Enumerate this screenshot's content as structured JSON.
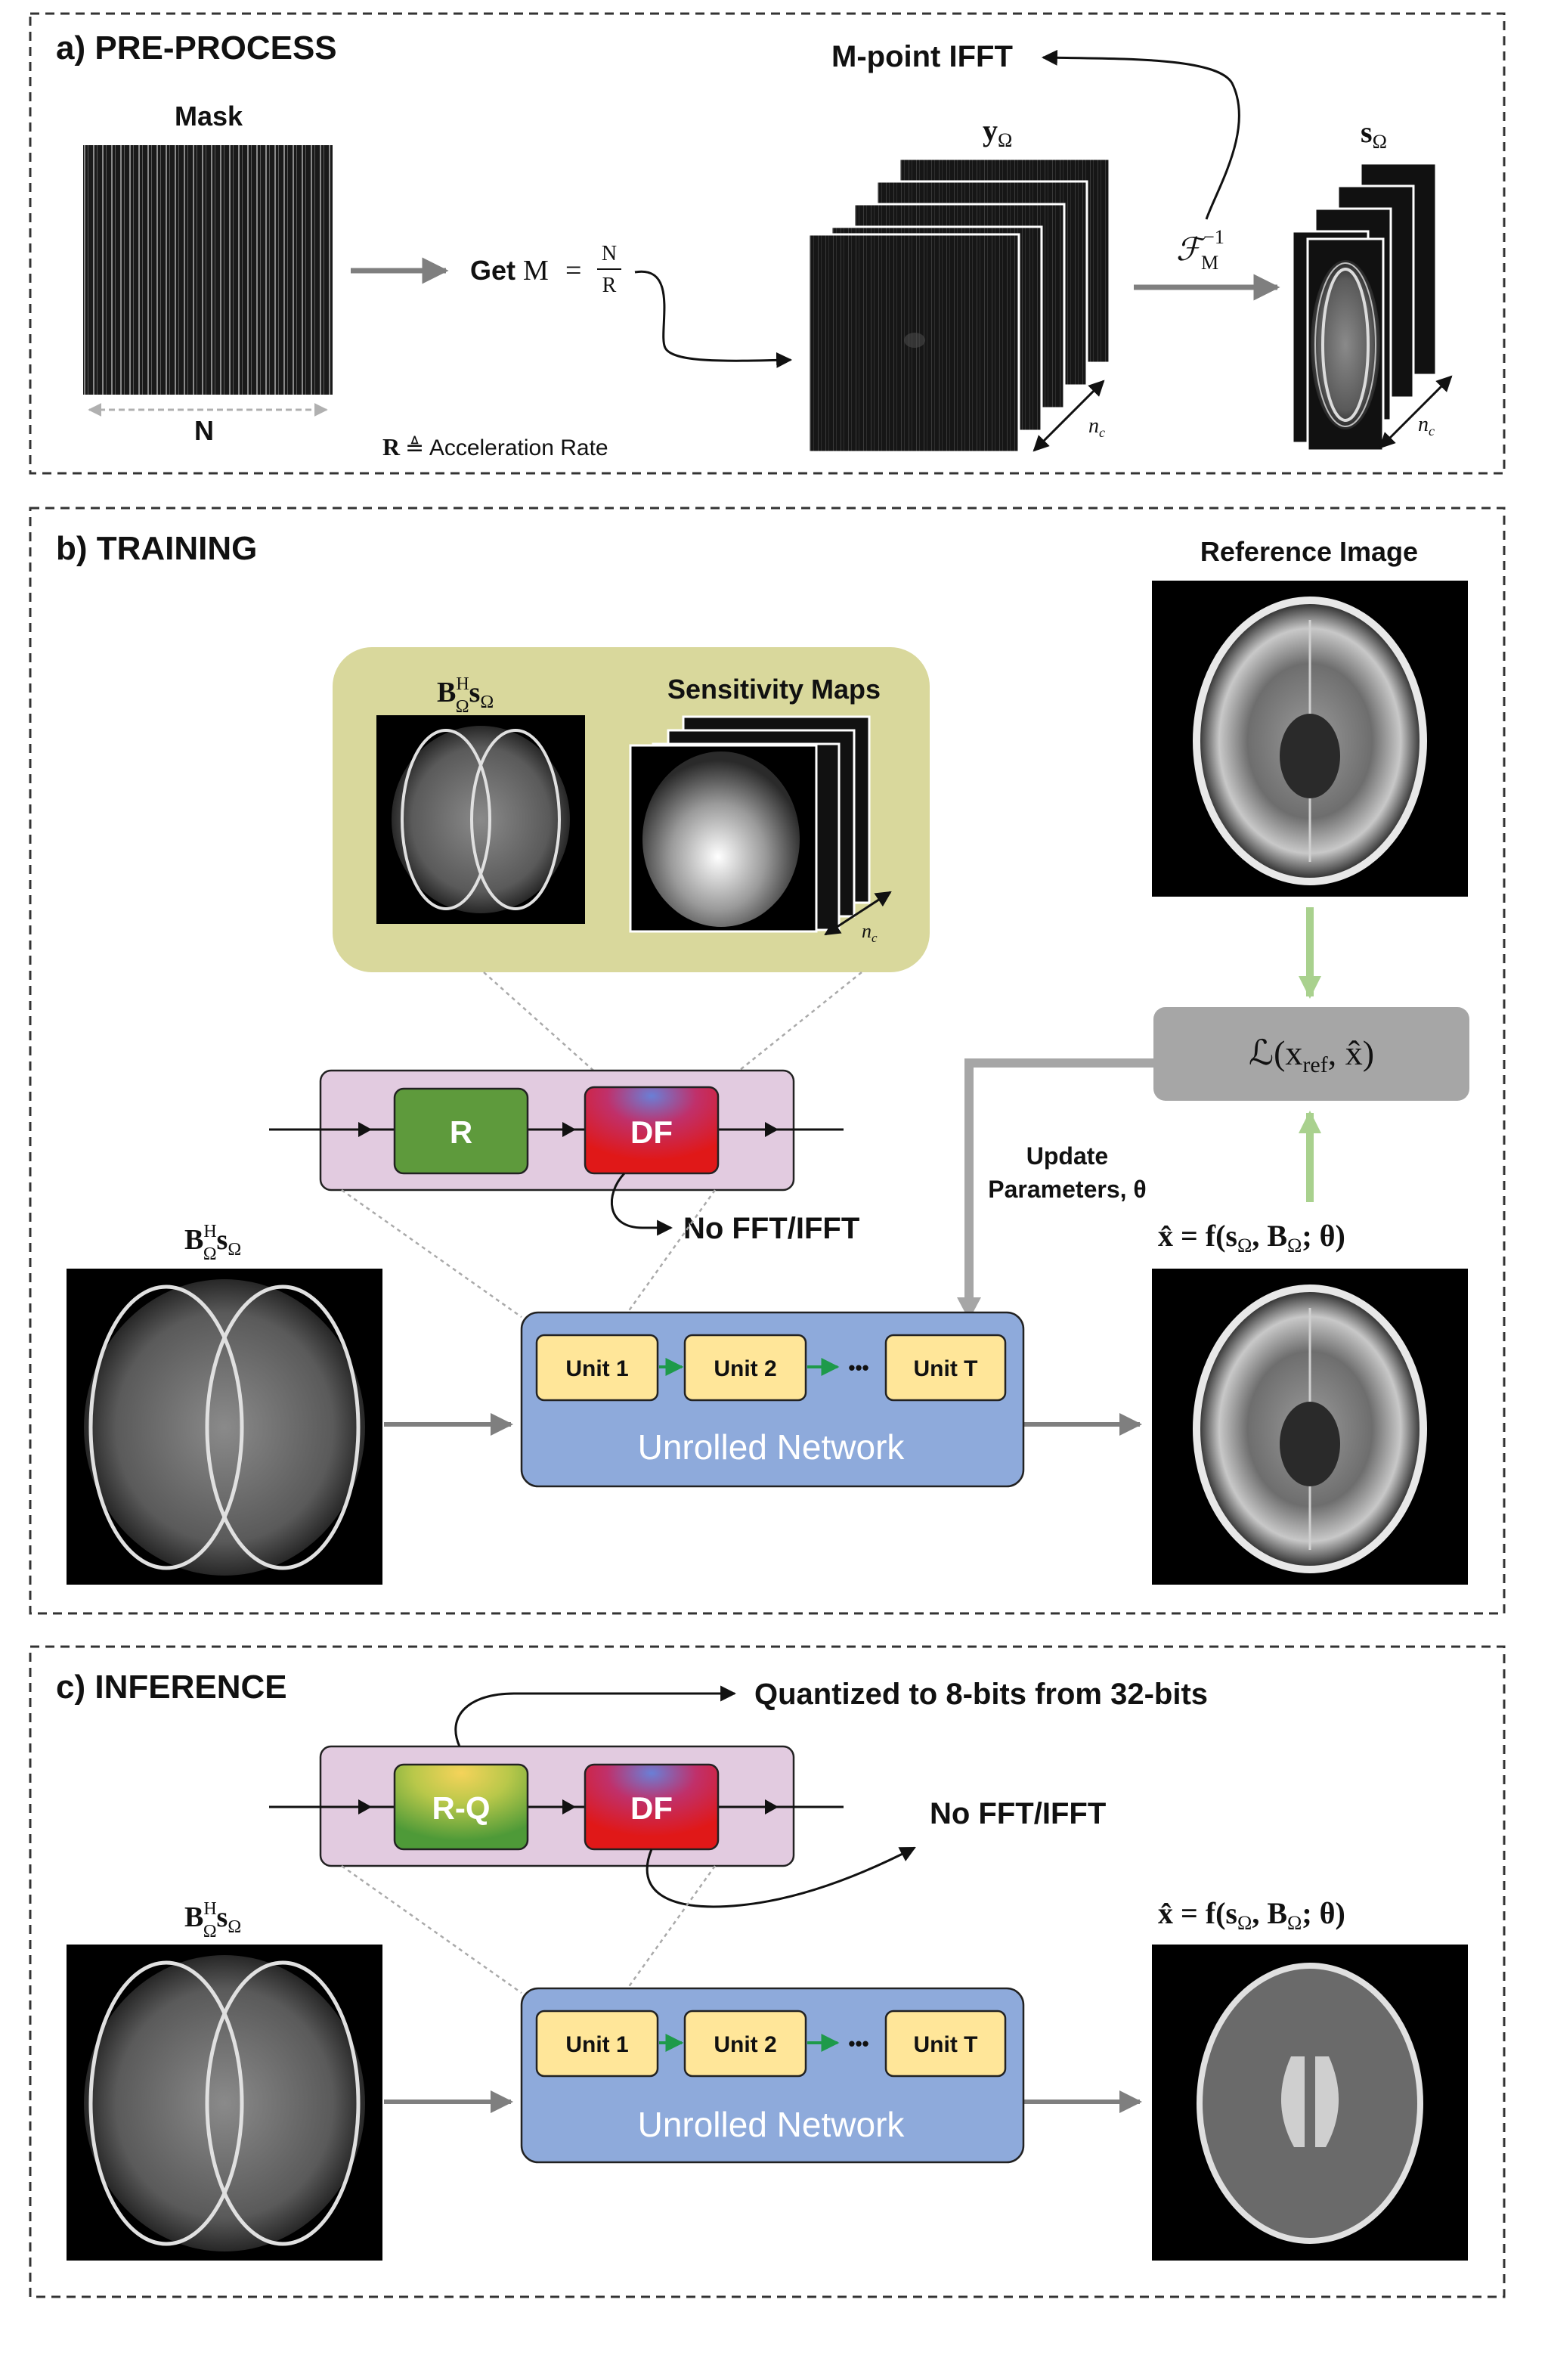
{
  "sections": {
    "preprocess": {
      "title": "a) PRE-PROCESS",
      "mask_label": "Mask",
      "n_label": "N",
      "get_text": "Get",
      "m_var": "M",
      "eq": "=",
      "n_num": "N",
      "r_den": "R",
      "accel_r": "R",
      "accel_def": "≜ Acceleration Rate",
      "ifft_label": "M-point IFFT",
      "y_label": "y",
      "s_label": "s",
      "omega": "Ω",
      "finv_f": "ℱ",
      "finv_sub": "M",
      "finv_sup": "−1",
      "nc_base": "n",
      "nc_sub": "c"
    },
    "training": {
      "title": "b) TRAINING",
      "ref_image_label": "Reference Image",
      "bhs_B": "B",
      "bhs_sup": "H",
      "bhs_sub": "Ω",
      "bhs_s": "s",
      "sens_label": "Sensitivity Maps",
      "r_block": "R",
      "df_block": "DF",
      "no_fft": "No FFT/IFFT",
      "update_line1": "Update",
      "update_line2": "Parameters, θ",
      "loss_label": "ℒ(x",
      "loss_ref": "ref",
      "loss_tail": ", x̂)",
      "xhat_eq": "x̂ = f(s",
      "xhat_mid": ", B",
      "xhat_end": "; θ)",
      "unit1": "Unit 1",
      "unit2": "Unit 2",
      "dots": "•••",
      "unitT": "Unit T",
      "network": "Unrolled Network"
    },
    "inference": {
      "title": "c) INFERENCE",
      "quantized": "Quantized to 8-bits from 32-bits",
      "rq_block": "R-Q",
      "df_block": "DF",
      "no_fft": "No FFT/IFFT",
      "unit1": "Unit 1",
      "unit2": "Unit 2",
      "dots": "•••",
      "unitT": "Unit T",
      "network": "Unrolled Network"
    }
  },
  "colors": {
    "unrolled_box": "#8eaadb",
    "unit_box": "#ffe699",
    "pink_box": "#e2cbe0",
    "yellow_panel": "#d9d89c",
    "r_block": "#5e9a3c",
    "loss_box": "#a6a6a6",
    "green_arrow": "#a9d18e",
    "gray_arrow": "#7f7f7f"
  }
}
